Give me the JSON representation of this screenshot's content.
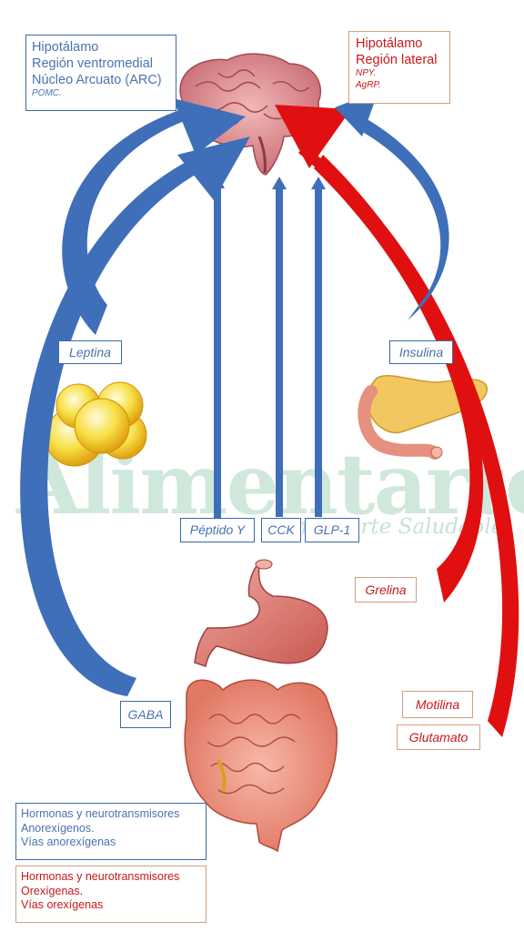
{
  "hypothalamus_vm": {
    "lines": [
      "Hipotálamo",
      "Región ventromedial",
      "Núcleo Arcuato (ARC)"
    ],
    "sub": "POMC."
  },
  "hypothalamus_lat": {
    "lines": [
      "Hipotálamo",
      "Región lateral"
    ],
    "sub": [
      "NPY.",
      "AgRP."
    ]
  },
  "labels": {
    "leptina": "Leptina",
    "insulina": "Insulina",
    "peptido_y": "Péptido Y",
    "cck": "CCK",
    "glp1": "GLP-1",
    "grelina": "Grelina",
    "gaba": "GABA",
    "motilina": "Motilina",
    "glutamato": "Glutamato"
  },
  "watermark": {
    "brand": "Alimentarte",
    "tagline": "Alimentarte Saludable"
  },
  "legend": {
    "anorexigenic": [
      "Hormonas y neurotransmisores",
      "Anorexígenos.",
      "Vías anorexígenas"
    ],
    "orexigenic": [
      "Hormonas y neurotransmisores",
      "Orexígenas.",
      "Vías orexígenas"
    ]
  },
  "colors": {
    "anorexigenic": "#3f6fb8",
    "orexigenic": "#e01010"
  }
}
